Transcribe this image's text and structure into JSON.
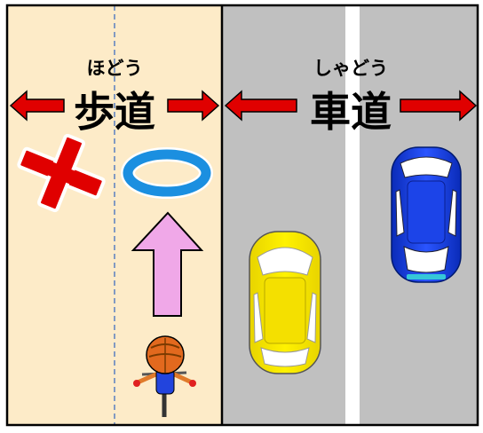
{
  "sidewalk": {
    "reading": "ほどう",
    "label": "歩道",
    "wrong_mark": "cross-mark",
    "right_mark": "circle-mark"
  },
  "roadway": {
    "reading": "しゃどう",
    "label": "車道"
  },
  "colors": {
    "sidewalk_fill": "#fdebc8",
    "road_fill": "#c0c0c0",
    "lane_line": "#ffffff",
    "arrow_red": "#e00000",
    "circle_blue": "#1b8fe0",
    "direction_arrow": "#f0a8e8",
    "yellow_car": "#ffee00",
    "blue_car": "#1438d8"
  }
}
